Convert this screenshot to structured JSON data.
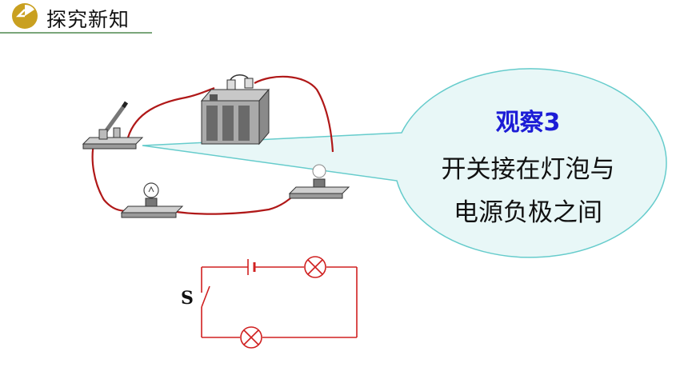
{
  "header": {
    "title": "探究新知",
    "icon": "pie-chart-icon",
    "accent": "#c9a020"
  },
  "callout": {
    "heading": "观察3",
    "line1": "开关接在灯泡与",
    "line2": "电源负极之间",
    "heading_color": "#1c1cd6",
    "fill": "#e8f7f7",
    "border": "#66cccc"
  },
  "circuit": {
    "switch_label": "S",
    "wire_color": "#cc2222",
    "components": [
      "battery",
      "switch",
      "bulb",
      "bulb"
    ]
  }
}
